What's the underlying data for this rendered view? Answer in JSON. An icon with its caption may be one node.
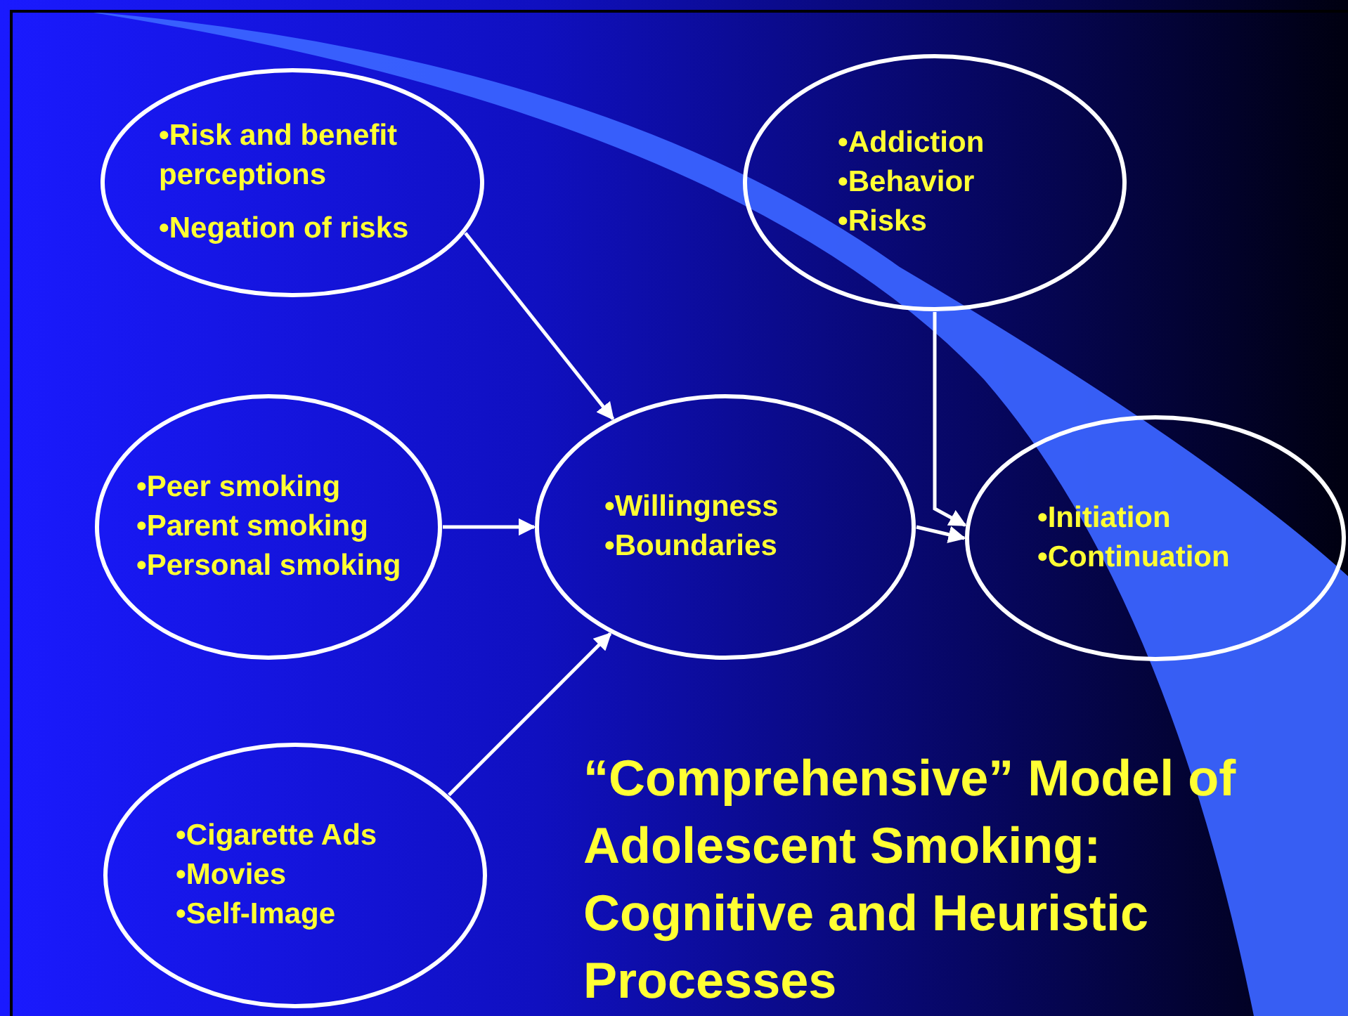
{
  "diagram": {
    "title": "“Comprehensive” Model of Adolescent Smoking: Cognitive and Heuristic Processes",
    "nodes": [
      {
        "text": [
          "•Risk and benefit perceptions",
          "•Negation of risks"
        ]
      },
      {
        "text": [
          "•Addiction",
          "•Behavior",
          "•Risks"
        ]
      },
      {
        "text": [
          "•Peer smoking",
          "•Parent smoking",
          "•Personal smoking"
        ]
      },
      {
        "text": [
          "•Willingness",
          "•Boundaries"
        ]
      },
      {
        "text": [
          "•Initiation",
          "•Continuation"
        ]
      },
      {
        "text": [
          "•Cigarette Ads",
          "•Movies",
          "•Self-Image"
        ]
      }
    ],
    "edges": [
      {
        "from": 0,
        "to": 3,
        "arrow": "to"
      },
      {
        "from": 2,
        "to": 3,
        "arrow": "to"
      },
      {
        "from": 5,
        "to": 3,
        "arrow": "to"
      },
      {
        "from": 1,
        "to": 4,
        "arrow": "to"
      },
      {
        "from": 3,
        "to": 4,
        "arrow": "to"
      }
    ]
  }
}
